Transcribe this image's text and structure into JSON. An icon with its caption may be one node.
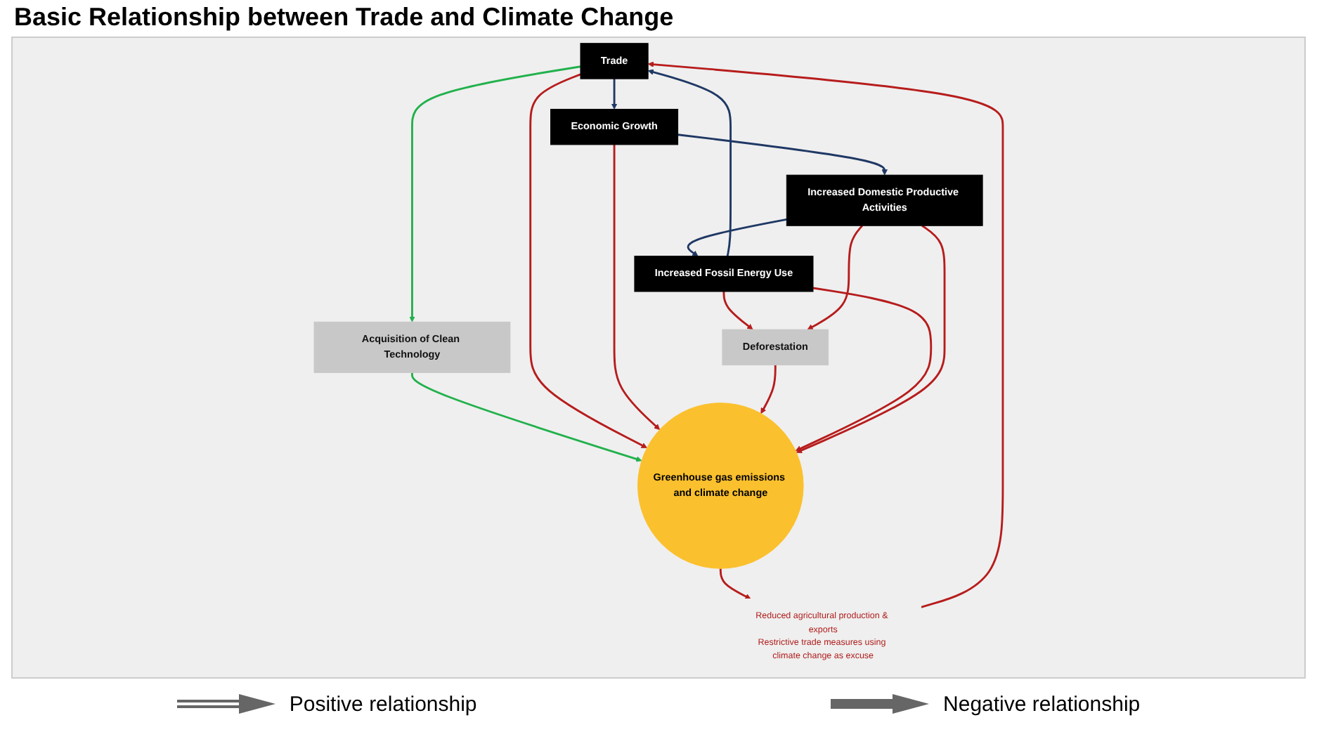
{
  "diagram": {
    "title": "Basic Relationship between Trade and Climate Change",
    "nodes": [
      {
        "text": [
          "Trade"
        ]
      },
      {
        "text": [
          "Acquisition of Clean Technology"
        ]
      },
      {
        "text": [
          "Economic Growth"
        ]
      },
      {
        "text": [
          "Greenhouse gas emissions and climate change"
        ]
      },
      {
        "text": [
          "Reduced agricultural production & exports",
          "Restrictive trade measures using climate change as excuse"
        ]
      },
      {
        "text": [
          "Deforestation"
        ]
      },
      {
        "text": [
          "Increased Fossil Energy Use"
        ]
      },
      {
        "text": [
          "Increased Domestic Productive Activities"
        ]
      }
    ],
    "edges": [
      {
        "from": 0,
        "to": 2,
        "arrow": "to",
        "color": "#1f3864"
      },
      {
        "from": 0,
        "to": 1,
        "arrow": "to",
        "color": "#22b14c"
      },
      {
        "from": 1,
        "to": 3,
        "arrow": "to",
        "color": "#22b14c"
      },
      {
        "from": 0,
        "to": 3,
        "arrow": "to"
      },
      {
        "from": 2,
        "to": 3,
        "arrow": "to"
      },
      {
        "from": 2,
        "to": 7,
        "arrow": "to",
        "color": "#1f3864"
      },
      {
        "from": 3,
        "to": 4,
        "arrow": "to"
      },
      {
        "from": 4,
        "to": 0,
        "arrow": "to"
      },
      {
        "from": 5,
        "to": 3,
        "arrow": "to"
      },
      {
        "from": 6,
        "to": 3,
        "arrow": "to"
      },
      {
        "from": 7,
        "to": 3,
        "arrow": "to"
      },
      {
        "from": 6,
        "to": 5,
        "arrow": "to"
      },
      {
        "from": 7,
        "to": 5,
        "arrow": "to"
      },
      {
        "from": 7,
        "to": 6,
        "arrow": "to",
        "color": "#1f3864"
      },
      {
        "from": 6,
        "to": 0,
        "arrow": "to",
        "color": "#1f3864"
      }
    ],
    "legend": [
      {
        "text": "Positive relationship"
      },
      {
        "text": "Negative relationship"
      }
    ]
  }
}
